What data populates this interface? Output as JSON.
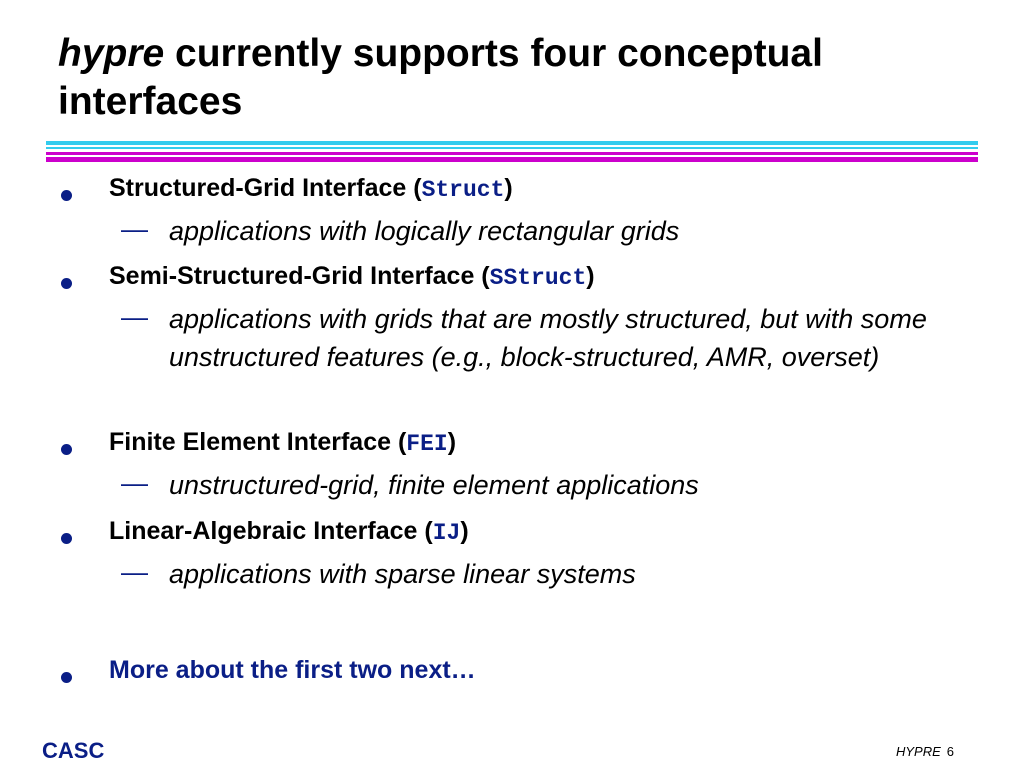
{
  "title": {
    "italic_part": "hypre",
    "rest": " currently supports four conceptual interfaces"
  },
  "items": [
    {
      "head": "Structured-Grid Interface (",
      "code": "Struct",
      "close": ")",
      "sub": "applications with logically rectangular grids"
    },
    {
      "head": "Semi-Structured-Grid Interface (",
      "code": "SStruct",
      "close": ")",
      "sub": "applications with grids that are mostly structured, but with some unstructured features (e.g., block-structured, AMR, overset)"
    },
    {
      "head": "Finite Element Interface (",
      "code": "FEI",
      "close": ")",
      "sub": "unstructured-grid, finite element applications"
    },
    {
      "head": "Linear-Algebraic Interface (",
      "code": "IJ",
      "close": ")",
      "sub": "applications with sparse linear systems"
    }
  ],
  "dash": "—",
  "next": "More about the first two next…",
  "footer": {
    "left": "CASC",
    "right": "HYPRE",
    "page": "6"
  },
  "colors": {
    "accent_blue": "#0a1e86",
    "rule_cyan": "#33ccee",
    "rule_magenta": "#cc00cc"
  }
}
